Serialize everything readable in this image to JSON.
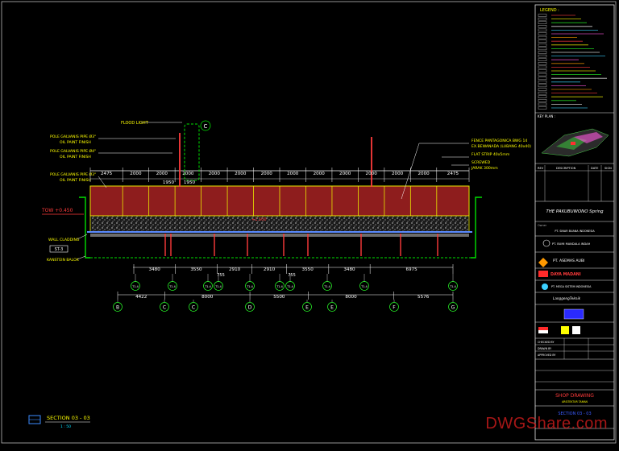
{
  "section": {
    "title": "SECTION 03 - 03",
    "scale": "1 : 50"
  },
  "elevation": {
    "tow": "TOW +0.450",
    "mid_level": "+1.500"
  },
  "left_notes": {
    "pole1": [
      "POLE GALVANIS PIPE Ø3\"",
      "OIL PAINT FINISH"
    ],
    "pole2": [
      "POLE GALVANIS PIPE Ø4\"",
      "OIL PAINT FINISH"
    ],
    "pole3": [
      "POLE GALVANIS PIPE Ø3\"",
      "OIL PAINT FINISH"
    ],
    "wall_cladding": "WALL CLADDING",
    "marker": "ST-3",
    "kanstein": "KANSTEIN BALOK"
  },
  "floodlight": {
    "label": "FLOOD LIGHT",
    "grid": "C"
  },
  "right_notes": {
    "fence": [
      "FENCE PANTAGONICA BWG 14",
      "EX.BEWANADA (LUBANG 40x40)"
    ],
    "flat_strip": "FLAT STRIP 40x5mm",
    "screwed": [
      "SCREWED",
      "JARAK 300mm"
    ]
  },
  "top_dims": [
    "2475",
    "2000",
    "2000",
    "2000",
    "2000",
    "2000",
    "2000",
    "2000",
    "2000",
    "2000",
    "2000",
    "2000",
    "2000",
    "2475"
  ],
  "sub_dims": [
    "1950",
    "1950"
  ],
  "mid_dims": [
    "3480",
    "3550",
    "2910",
    "2910",
    "3550",
    "3480",
    "6975"
  ],
  "small_dims": [
    "755",
    "755"
  ],
  "col_tags": [
    "T1-4",
    "T1-4",
    "T1-4",
    "T1-4",
    "T1-4",
    "T1-4",
    "T1-4",
    "T1-4",
    "T1-4",
    "T1-4"
  ],
  "bottom_dims": [
    "4422",
    "8000",
    "5500",
    "8000",
    "5576"
  ],
  "grid_labels": [
    "B",
    "C",
    "C",
    "D",
    "E",
    "E",
    "F",
    "G"
  ],
  "titleblock": {
    "legend_heading": "LEGEND :",
    "key_plan": "KEY PLAN :",
    "rev_header": [
      "REV",
      "DESCRIPTION",
      "DATE",
      "SIGN"
    ],
    "project_name": "THE PAKUBUWONO Spring",
    "owner_label": "Owner",
    "owner_name": "PT. SINAR BUANA INDONESIA",
    "dev_name": "PT. BUMI MANDALA INDAH",
    "contractor1": "PT. ASEMAS AUBI",
    "contractor2": "DAYA MADANI",
    "contractor3": "PT. MEGA SISTEM INDONESIA",
    "consultant": "LanggengTeknik",
    "checked_by": "CHECKED BY",
    "drawn_by": "DRAWN BY",
    "approved_by": "APPROVED BY",
    "drawing_type": "SHOP DRAWING",
    "drawing_title": "SECTION 03 - 03",
    "sheet_ref": "ARSITEKTUR TAMAN",
    "watermark": "DWGShare.com"
  },
  "colors": {
    "fence_fill": "#8e1d1d",
    "frame_yellow": "#e8e800",
    "pole_red": "#ff3b3b",
    "dim_white": "#ffffff",
    "note_yellow": "#ffff00",
    "green_outline": "#00e000",
    "grid_green": "#29ff29"
  }
}
